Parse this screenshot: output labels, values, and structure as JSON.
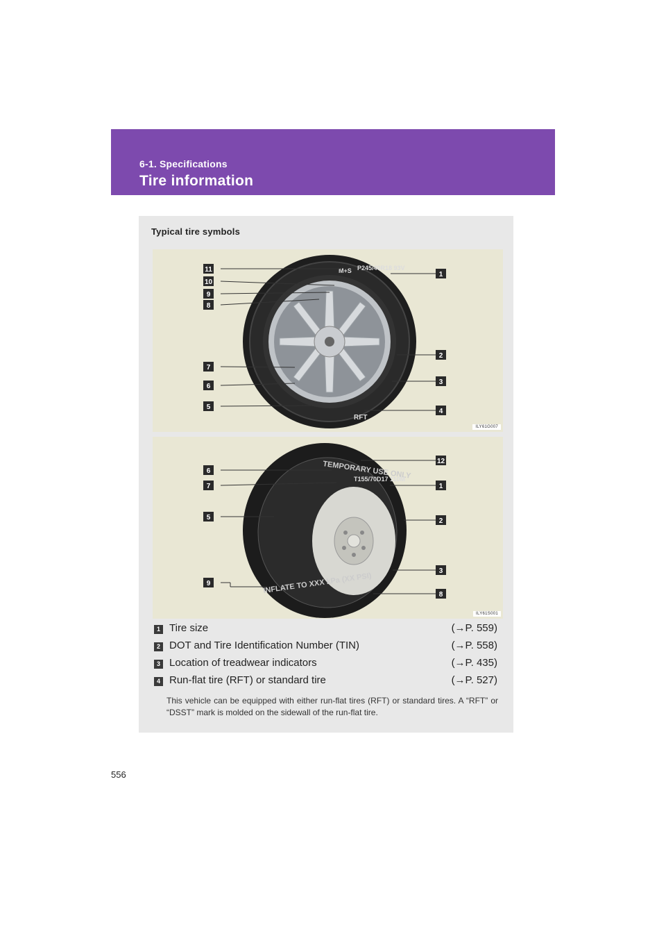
{
  "header": {
    "section": "6-1. Specifications",
    "title": "Tire information"
  },
  "panel": {
    "heading": "Typical tire symbols",
    "figure1": {
      "code": "ILY61G007",
      "tire_texts": [
        "M+S",
        "P245/40R18 93V",
        "RFT"
      ],
      "callouts_left": [
        "11",
        "10",
        "9",
        "8",
        "7",
        "6",
        "5"
      ],
      "callouts_right": [
        "1",
        "2",
        "3",
        "4"
      ]
    },
    "figure2": {
      "code": "ILY61S001",
      "tire_texts": [
        "TEMPORARY USE ONLY",
        "T155/70D17 110M",
        "INFLATE TO XXX kPa (XX PSI)"
      ],
      "callouts_left": [
        "6",
        "7",
        "5",
        "9"
      ],
      "callouts_right": [
        "12",
        "1",
        "2",
        "3",
        "8"
      ]
    },
    "items": [
      {
        "num": "1",
        "text": "Tire size",
        "ref": "(→P. 559)"
      },
      {
        "num": "2",
        "text": "DOT and Tire Identification Number (TIN)",
        "ref": "(→P. 558)"
      },
      {
        "num": "3",
        "text": "Location of treadwear indicators",
        "ref": "(→P. 435)"
      },
      {
        "num": "4",
        "text": "Run-flat tire (RFT) or standard tire",
        "ref": "(→P. 527)"
      }
    ],
    "note": "This vehicle can be equipped with either run-flat tires (RFT) or standard tires. A “RFT” or “DSST” mark is molded on the sidewall of the run-flat tire."
  },
  "page_number": "556"
}
